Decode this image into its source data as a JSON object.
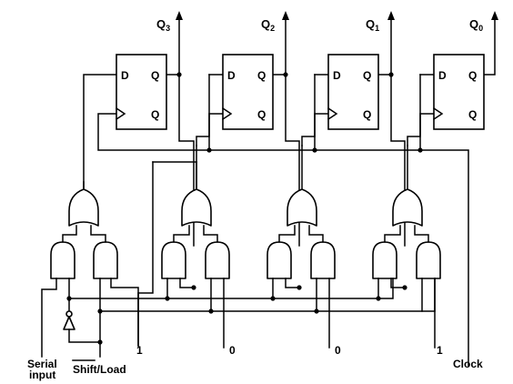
{
  "outputs": [
    {
      "base": "Q",
      "sub": "3"
    },
    {
      "base": "Q",
      "sub": "2"
    },
    {
      "base": "Q",
      "sub": "1"
    },
    {
      "base": "Q",
      "sub": "0"
    }
  ],
  "flipflop": {
    "d_label": "D",
    "q_label": "Q",
    "qbar_label": "Q"
  },
  "inputs": {
    "serial_line1": "Serial",
    "serial_line2": "input",
    "shift_load": "Shift/Load",
    "clock": "Clock",
    "parallel": [
      "1",
      "0",
      "0",
      "1"
    ]
  }
}
